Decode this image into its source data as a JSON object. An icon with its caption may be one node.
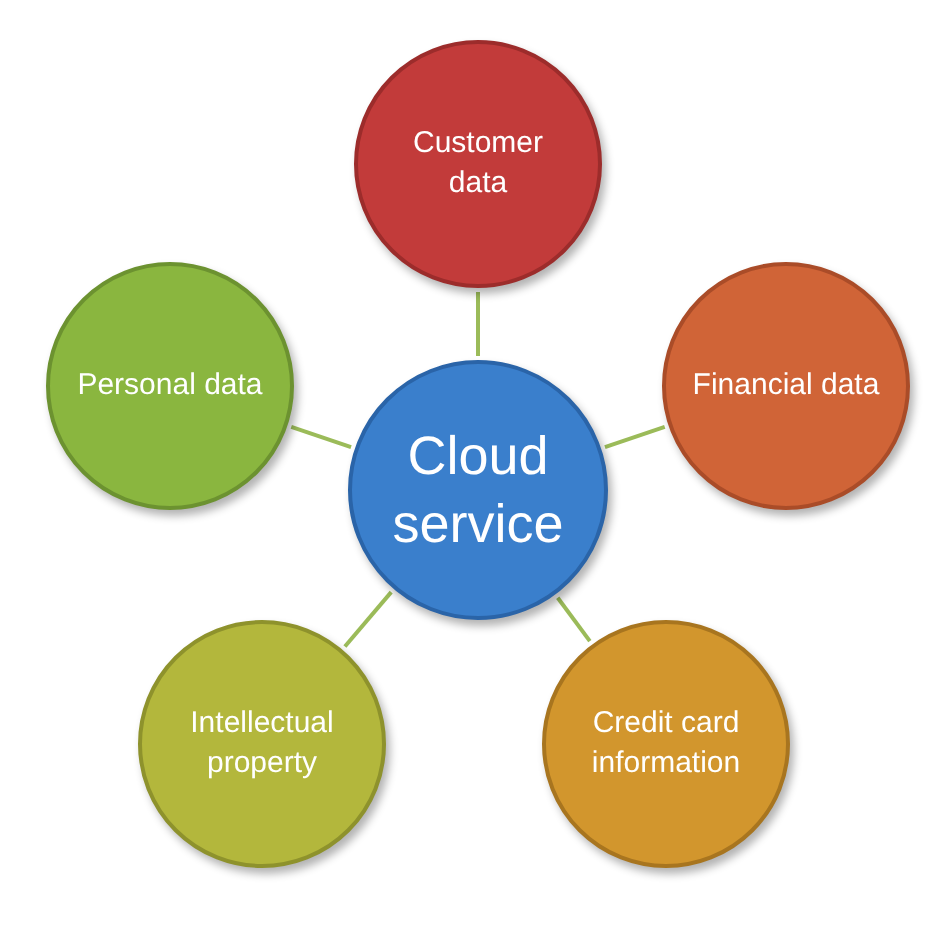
{
  "diagram": {
    "nodes": [
      {
        "text": [
          "Cloud service"
        ]
      },
      {
        "text": [
          "Customer data"
        ]
      },
      {
        "text": [
          "Financial data"
        ]
      },
      {
        "text": [
          "Credit card information"
        ]
      },
      {
        "text": [
          "Intellectual property"
        ]
      },
      {
        "text": [
          "Personal data"
        ]
      }
    ],
    "edges": [
      {
        "from": 0,
        "to": 1,
        "arrow": "none"
      },
      {
        "from": 0,
        "to": 2,
        "arrow": "none"
      },
      {
        "from": 0,
        "to": 3,
        "arrow": "none"
      },
      {
        "from": 0,
        "to": 4,
        "arrow": "none"
      },
      {
        "from": 0,
        "to": 5,
        "arrow": "none"
      }
    ]
  }
}
